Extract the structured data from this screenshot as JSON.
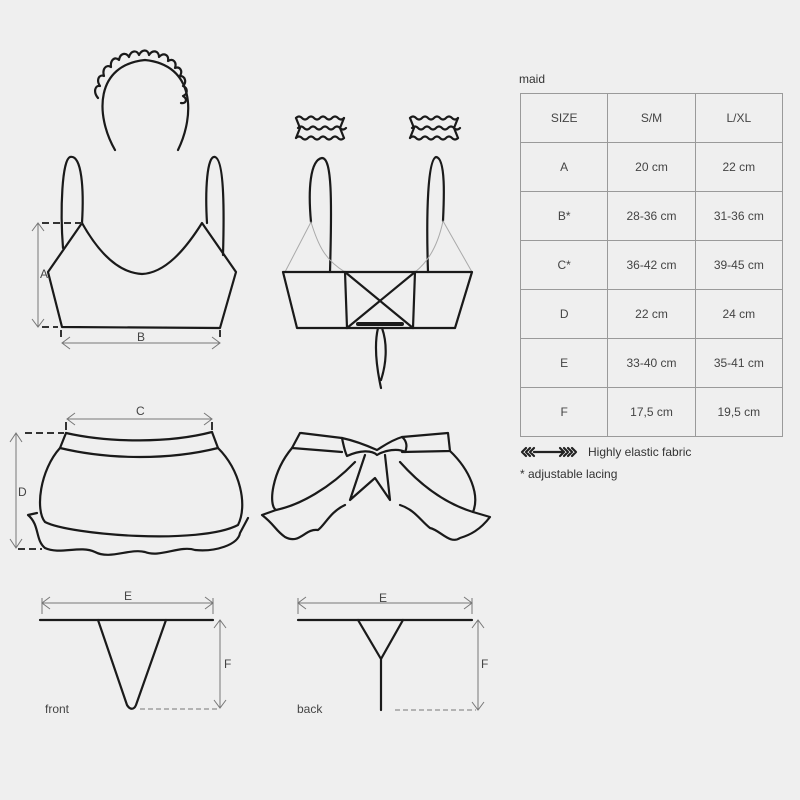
{
  "product": {
    "name": "maid"
  },
  "size_table": {
    "headers": [
      "SIZE",
      "S/M",
      "L/XL"
    ],
    "rows": [
      [
        "A",
        "20 cm",
        "22 cm"
      ],
      [
        "B*",
        "28-36 cm",
        "31-36 cm"
      ],
      [
        "C*",
        "36-42 cm",
        "39-45 cm"
      ],
      [
        "D",
        "22 cm",
        "24 cm"
      ],
      [
        "E",
        "33-40 cm",
        "35-41 cm"
      ],
      [
        "F",
        "17,5 cm",
        "19,5 cm"
      ]
    ]
  },
  "legend": {
    "elastic_icon": "elastic-arrow-icon",
    "elastic_label": "Highly elastic fabric",
    "lacing_note": "* adjustable lacing"
  },
  "diagram": {
    "labels": {
      "A": "A",
      "B": "B",
      "C": "C",
      "D": "D",
      "E_front": "E",
      "F_front": "F",
      "E_back": "E",
      "F_back": "F",
      "front": "front",
      "back": "back"
    },
    "colors": {
      "line": "#1a1a1a",
      "dimension": "#777777",
      "background": "#efefef"
    }
  }
}
